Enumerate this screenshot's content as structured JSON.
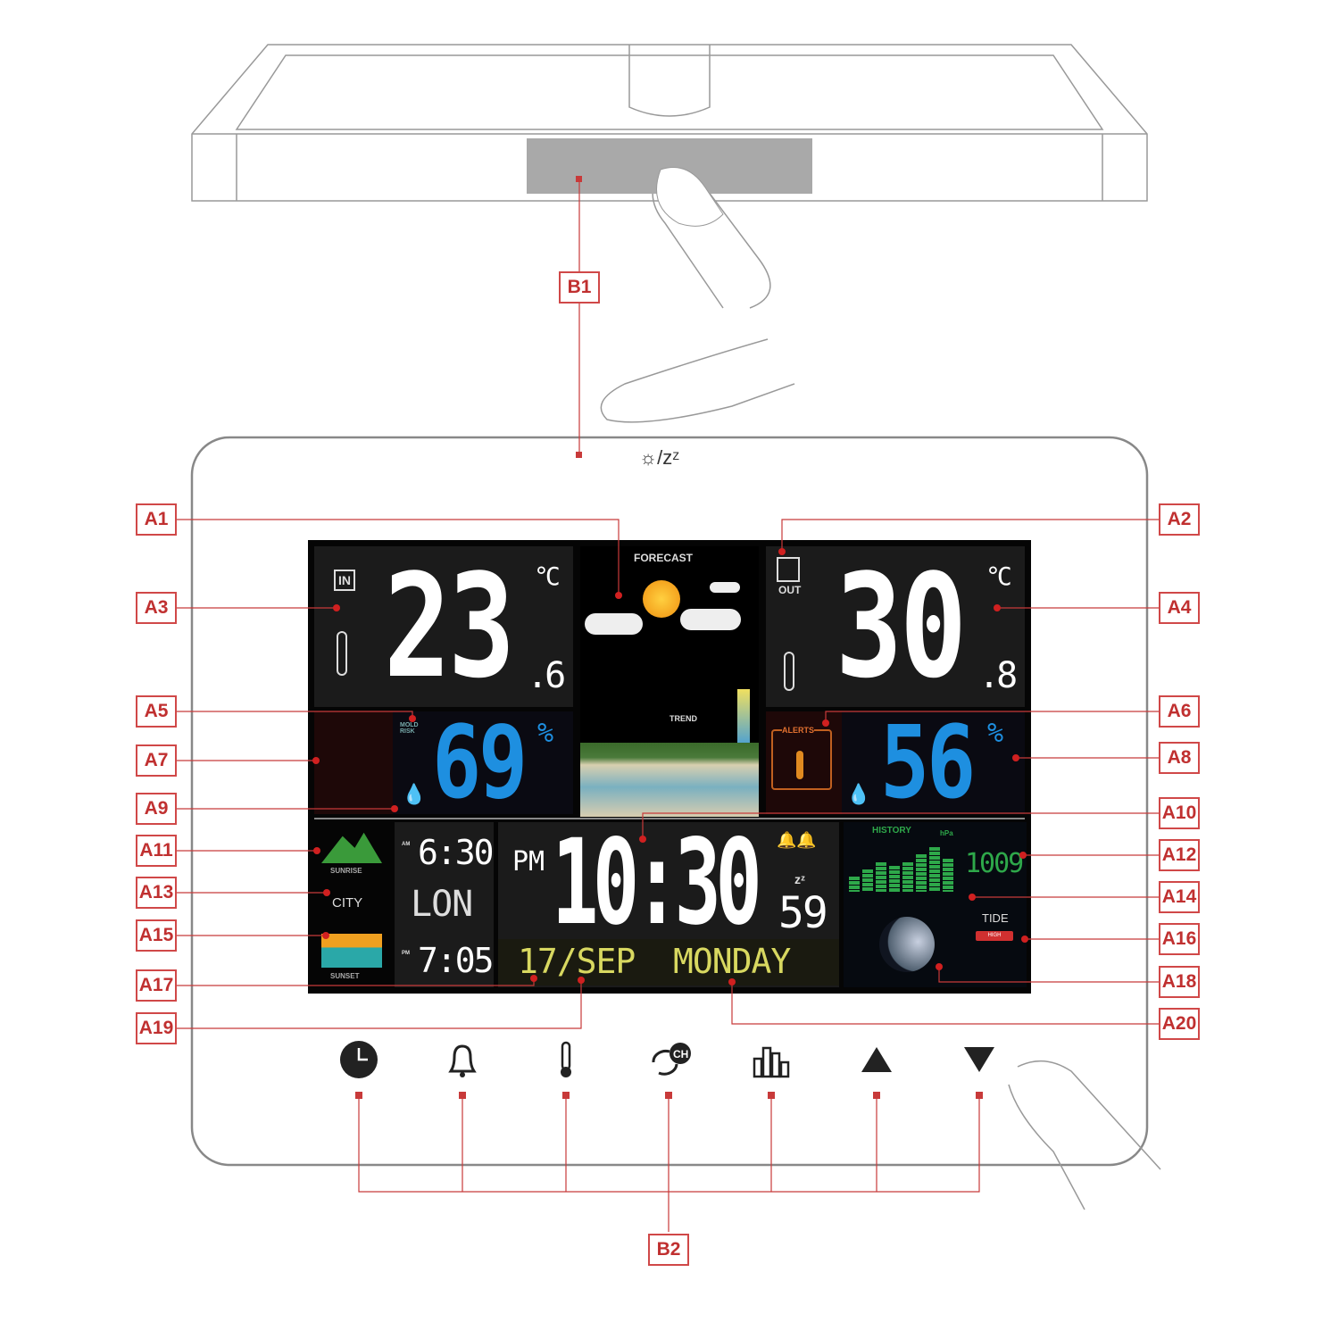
{
  "callouts": {
    "left": [
      "A1",
      "A3",
      "A5",
      "A7",
      "A9",
      "A11",
      "A13",
      "A15",
      "A17",
      "A19"
    ],
    "right": [
      "A2",
      "A4",
      "A6",
      "A8",
      "A10",
      "A12",
      "A14",
      "A16",
      "A18",
      "A20"
    ],
    "b1": "B1",
    "b2": "B2"
  },
  "top_label": "☼/zᶻ",
  "display": {
    "indoor": {
      "badge": "IN",
      "temp": "23",
      "decimal": ".6",
      "unit": "°C"
    },
    "forecast": {
      "title": "FORECAST",
      "trend": "TREND"
    },
    "outdoor": {
      "badge": "OUT",
      "temp": "30",
      "decimal": ".8",
      "unit": "°C"
    },
    "indoor_humidity": {
      "value": "69",
      "unit": "%",
      "mold": "MOLD RISK"
    },
    "outdoor_humidity": {
      "value": "56",
      "unit": "%",
      "alerts": "ALERTS"
    },
    "sunrise": {
      "label": "SUNRISE",
      "time": "6:30",
      "prefix": "AM"
    },
    "city": {
      "label": "CITY",
      "value": "LON"
    },
    "sunset": {
      "label": "SUNSET",
      "time": "7:05",
      "prefix": "PM"
    },
    "clock": {
      "ampm": "PM",
      "time": "10:30",
      "seconds": "59",
      "zz": "zᶻ"
    },
    "date": {
      "date": "17/SEP",
      "weekday": "MONDAY"
    },
    "history": {
      "title": "HISTORY",
      "unit": "hPa",
      "value": "1009",
      "bars": [
        4,
        6,
        8,
        7,
        8,
        10,
        12,
        9
      ]
    },
    "tide": {
      "label": "TIDE",
      "level": "HIGH"
    }
  },
  "colors": {
    "accent": "#c83a3a",
    "humidity": "#1e8fe0",
    "history": "#2ea84a",
    "date": "#d8d860"
  },
  "buttons": [
    {
      "name": "clock-button",
      "icon": "clock-icon"
    },
    {
      "name": "alarm-button",
      "icon": "bell-icon"
    },
    {
      "name": "temperature-button",
      "icon": "thermometer-icon"
    },
    {
      "name": "channel-button",
      "icon": "channel-cycle-icon",
      "text": "CH"
    },
    {
      "name": "history-button",
      "icon": "bar-chart-icon"
    },
    {
      "name": "up-button",
      "icon": "triangle-up-icon"
    },
    {
      "name": "down-button",
      "icon": "triangle-down-icon"
    }
  ]
}
